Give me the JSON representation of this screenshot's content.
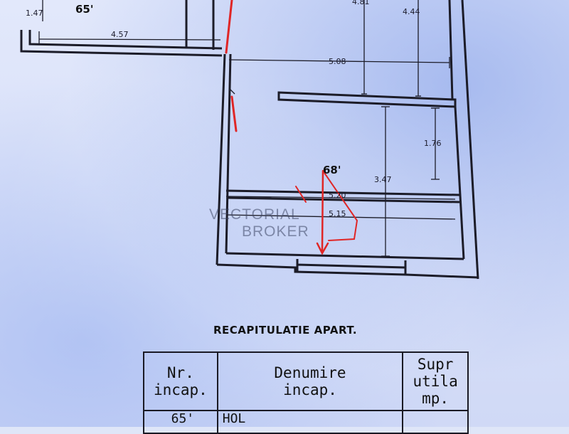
{
  "plan": {
    "dimensions": {
      "d_147": "1.47",
      "d_457": "4.57",
      "d_508": "5.08",
      "d_481": "4.81",
      "d_444": "4.44",
      "d_176": "1.76",
      "d_347": "3.47",
      "d_520": "5.20",
      "d_515": "5.15"
    },
    "rooms": {
      "room_65": "65'",
      "room_68": "68'"
    },
    "watermark": {
      "line1": "VECTORIAL",
      "line2": "BROKER"
    },
    "colors": {
      "ink": "#1a1a2a",
      "annotation_red": "#e02626"
    }
  },
  "recap": {
    "title": "RECAPITULATIE APART.",
    "headers": [
      {
        "line1": "Nr.",
        "line2": "incap."
      },
      {
        "line1": "Denumire",
        "line2": "incap."
      },
      {
        "line1": "Supr",
        "line2": "utila",
        "line3": "mp."
      }
    ],
    "rows": [
      {
        "nr": "65'",
        "name": "HOL",
        "area": ""
      }
    ]
  }
}
